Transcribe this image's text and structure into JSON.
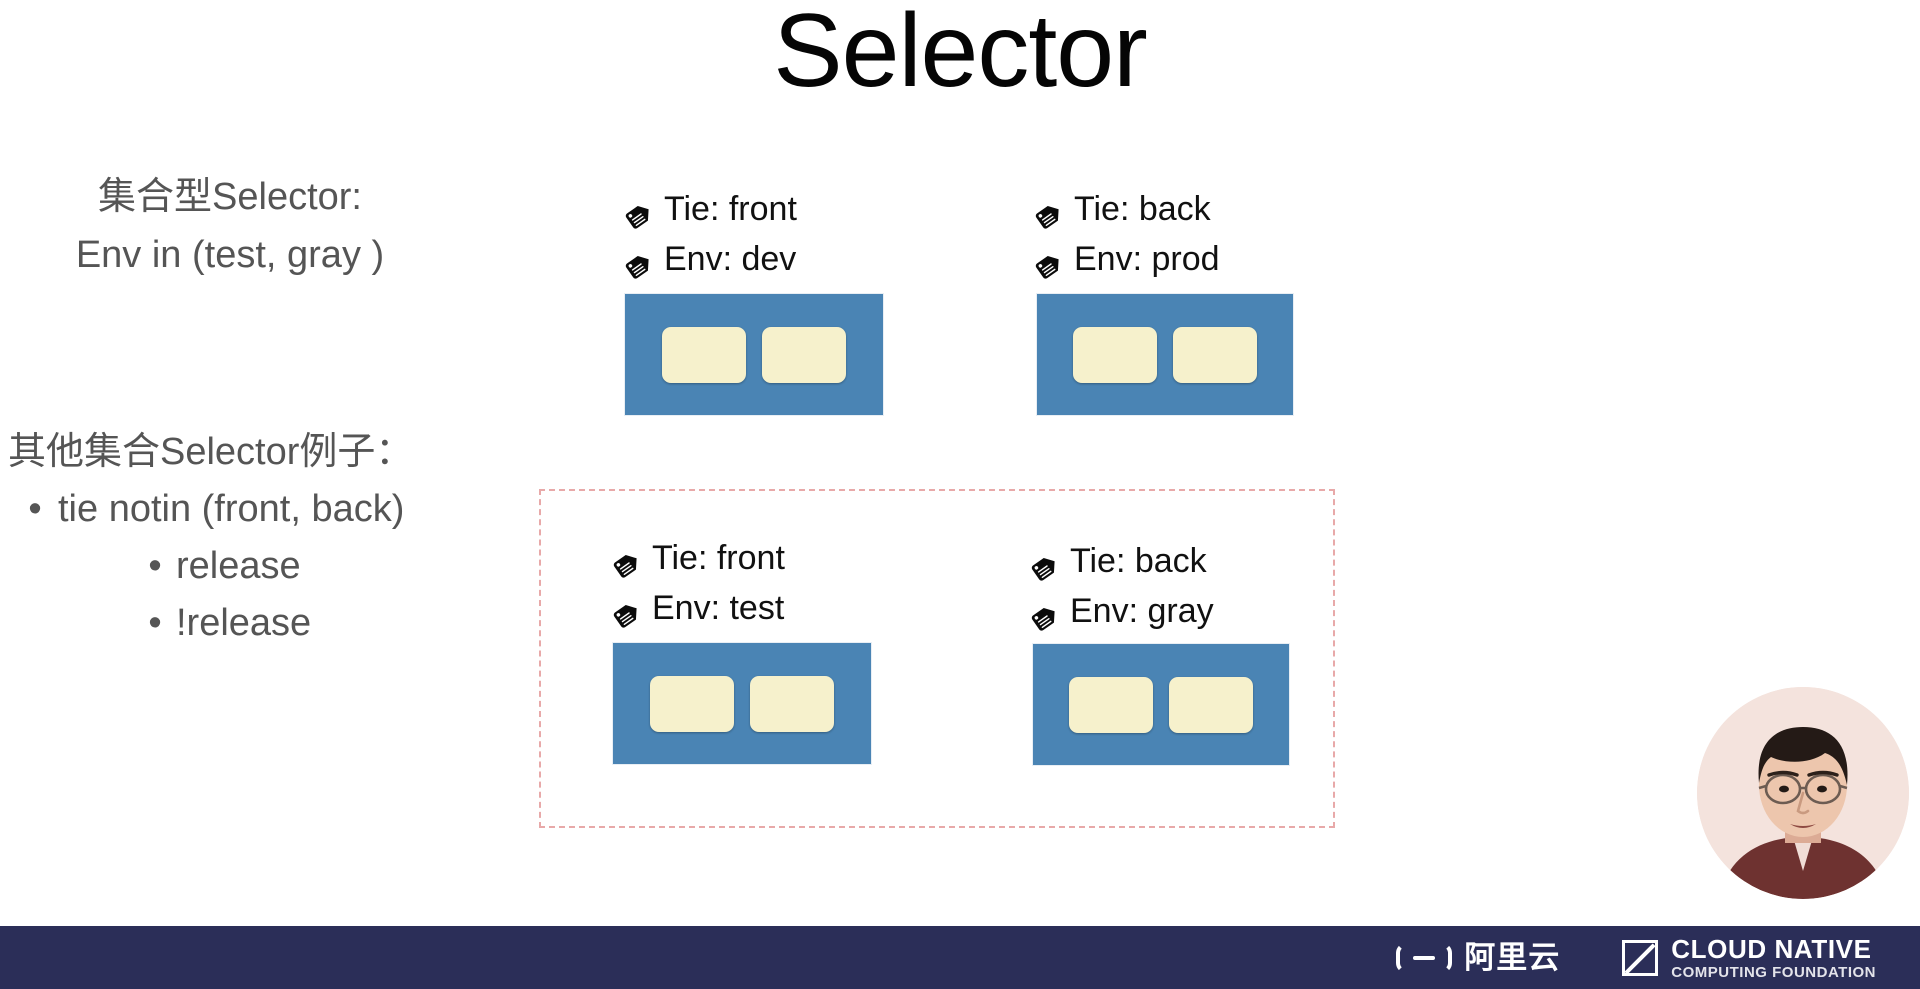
{
  "slide": {
    "title": "Selector",
    "left_panel": {
      "block_a": {
        "line_1": "集合型Selector:",
        "line_2": "Env in (test, gray )"
      },
      "block_b": {
        "heading": "其他集合Selector例子：",
        "bullets": [
          {
            "level": 1,
            "marker": "•",
            "text": "tie notin (front, back)"
          },
          {
            "level": 2,
            "marker": "•",
            "text": "release"
          },
          {
            "level": 2,
            "marker": "•",
            "text": "!release"
          }
        ]
      }
    },
    "pod_groups": [
      {
        "id": "pod-group-front-dev",
        "labels": [
          {
            "icon": "tag-icon",
            "text": "Tie: front"
          },
          {
            "icon": "tag-icon",
            "text": "Env: dev"
          }
        ],
        "containers": 2,
        "selected": false
      },
      {
        "id": "pod-group-back-prod",
        "labels": [
          {
            "icon": "tag-icon",
            "text": "Tie: back"
          },
          {
            "icon": "tag-icon",
            "text": "Env: prod"
          }
        ],
        "containers": 2,
        "selected": false
      },
      {
        "id": "pod-group-front-test",
        "labels": [
          {
            "icon": "tag-icon",
            "text": "Tie: front"
          },
          {
            "icon": "tag-icon",
            "text": "Env: test"
          }
        ],
        "containers": 2,
        "selected": true
      },
      {
        "id": "pod-group-back-gray",
        "labels": [
          {
            "icon": "tag-icon",
            "text": "Tie: back"
          },
          {
            "icon": "tag-icon",
            "text": "Env: gray"
          }
        ],
        "containers": 2,
        "selected": true
      }
    ],
    "selection_region": {
      "name": "selection-highlight",
      "border_style": "dashed",
      "border_color": "#e8a9a9"
    },
    "colors": {
      "pod_box": "#4a84b4",
      "container_chip": "#f6f1cc",
      "footer_bar": "#2b2e58",
      "body_text": "#555555",
      "title_text": "#050505",
      "selection_border": "#e8a9a9"
    }
  },
  "footer": {
    "alibaba_cloud": {
      "wordmark": "阿里云",
      "icon": "alibaba-cloud-logo-icon"
    },
    "cncf": {
      "line_1": "CLOUD NATIVE",
      "line_2": "COMPUTING FOUNDATION",
      "icon": "cncf-logo-icon"
    }
  },
  "presenter": {
    "name": "presenter-webcam-bubble"
  }
}
